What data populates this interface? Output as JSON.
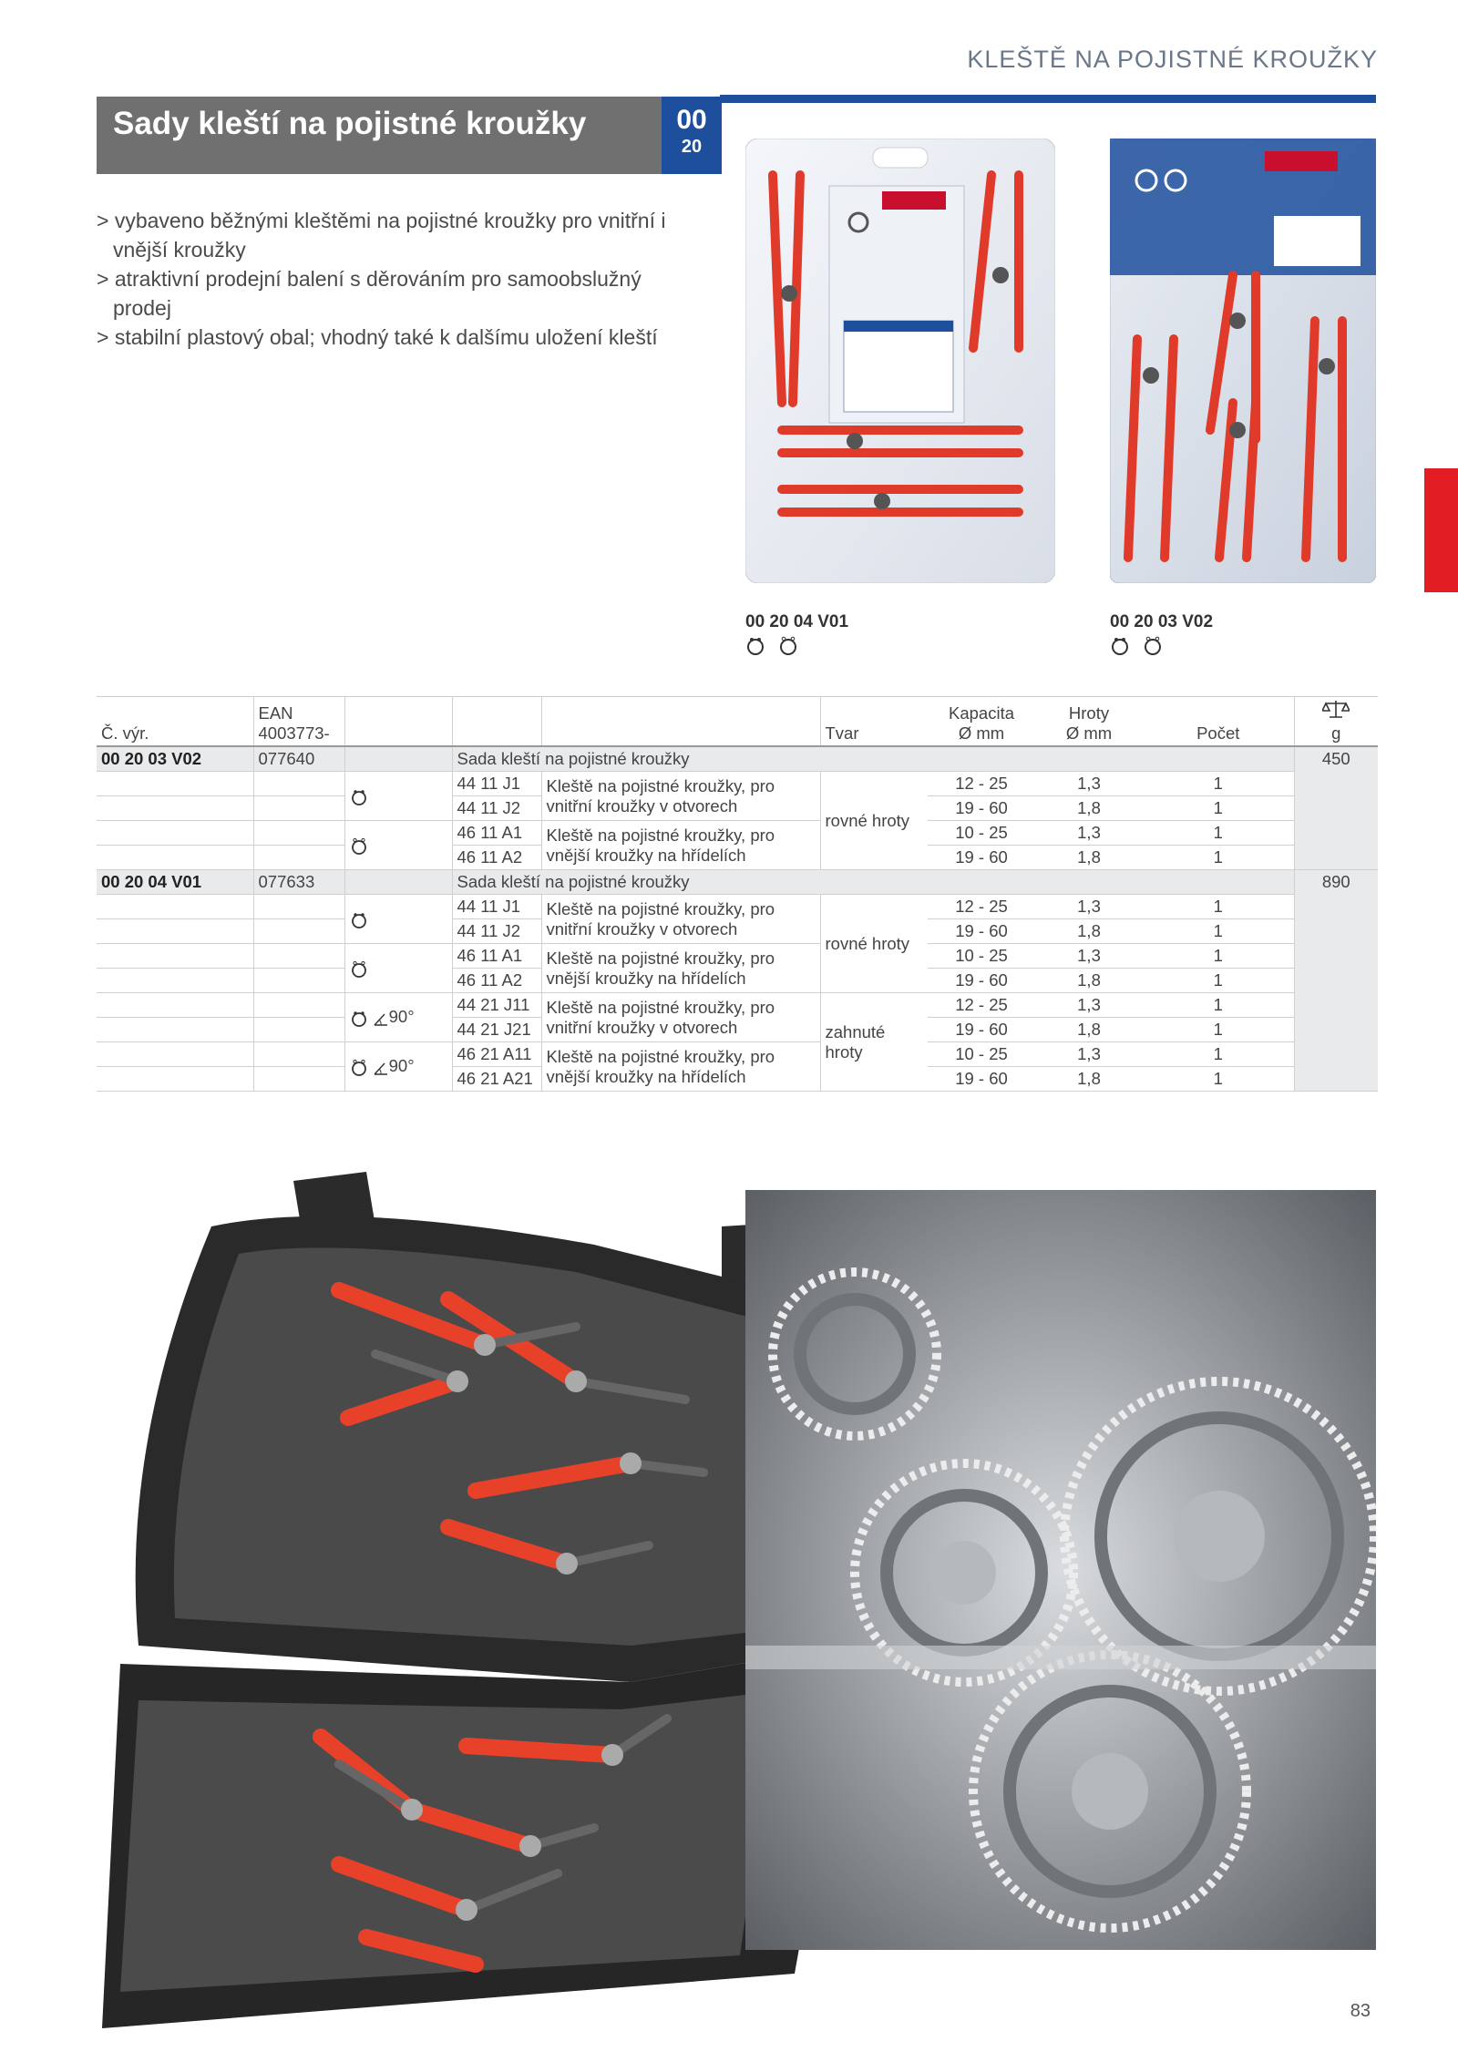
{
  "header": {
    "section_title": "KLEŠTĚ NA POJISTNÉ KROUŽKY"
  },
  "title": {
    "text": "Sady kleští na pojistné kroužky",
    "code_main": "00",
    "code_sub": "20"
  },
  "features": [
    "vybaveno běžnými kleštěmi na pojistné kroužky pro vnitřní i vnější kroužky",
    "atraktivní prodejní balení s děrováním pro samoobslužný prodej",
    "stabilní plastový obal; vhodný také k dalšímu uložení kleští"
  ],
  "images": {
    "v01_caption": "00 20 04 V01",
    "v02_caption": "00 20 03 V02"
  },
  "table": {
    "headers": {
      "art": "Č. výr.",
      "ean_1": "EAN",
      "ean_2": "4003773-",
      "shape": "Tvar",
      "cap_1": "Kapacita",
      "cap_2": "Ø mm",
      "tip_1": "Hroty",
      "tip_2": "Ø mm",
      "qty": "Počet",
      "weight_unit": "g"
    },
    "sets": [
      {
        "code": "00 20 03 V02",
        "ean": "077640",
        "name": "Sada kleští na pojistné kroužky",
        "weight": "450",
        "groups": [
          {
            "shape": "rovné hroty",
            "pairs": [
              {
                "desc": "Kleště na pojistné kroužky, pro vnitřní kroužky v otvorech",
                "icon": "internal-ring",
                "angle": "",
                "items": [
                  {
                    "art": "44 11 J1",
                    "cap": "12 - 25",
                    "tip": "1,3",
                    "qty": "1"
                  },
                  {
                    "art": "44 11 J2",
                    "cap": "19 - 60",
                    "tip": "1,8",
                    "qty": "1"
                  }
                ]
              },
              {
                "desc": "Kleště na pojistné kroužky, pro vnější kroužky na hřídelích",
                "icon": "external-ring",
                "angle": "",
                "items": [
                  {
                    "art": "46 11 A1",
                    "cap": "10 - 25",
                    "tip": "1,3",
                    "qty": "1"
                  },
                  {
                    "art": "46 11 A2",
                    "cap": "19 - 60",
                    "tip": "1,8",
                    "qty": "1"
                  }
                ]
              }
            ]
          }
        ]
      },
      {
        "code": "00 20 04 V01",
        "ean": "077633",
        "name": "Sada kleští na pojistné kroužky",
        "weight": "890",
        "groups": [
          {
            "shape": "rovné hroty",
            "pairs": [
              {
                "desc": "Kleště na pojistné kroužky, pro vnitřní kroužky v otvorech",
                "icon": "internal-ring",
                "angle": "",
                "items": [
                  {
                    "art": "44 11 J1",
                    "cap": "12 - 25",
                    "tip": "1,3",
                    "qty": "1"
                  },
                  {
                    "art": "44 11 J2",
                    "cap": "19 - 60",
                    "tip": "1,8",
                    "qty": "1"
                  }
                ]
              },
              {
                "desc": "Kleště na pojistné kroužky, pro vnější kroužky na hřídelích",
                "icon": "external-ring",
                "angle": "",
                "items": [
                  {
                    "art": "46 11 A1",
                    "cap": "10 - 25",
                    "tip": "1,3",
                    "qty": "1"
                  },
                  {
                    "art": "46 11 A2",
                    "cap": "19 - 60",
                    "tip": "1,8",
                    "qty": "1"
                  }
                ]
              }
            ]
          },
          {
            "shape": "zahnuté hroty",
            "pairs": [
              {
                "desc": "Kleště na pojistné kroužky, pro vnitřní kroužky v otvorech",
                "icon": "internal-ring",
                "angle": "90°",
                "items": [
                  {
                    "art": "44 21 J11",
                    "cap": "12 - 25",
                    "tip": "1,3",
                    "qty": "1"
                  },
                  {
                    "art": "44 21 J21",
                    "cap": "19 - 60",
                    "tip": "1,8",
                    "qty": "1"
                  }
                ]
              },
              {
                "desc": "Kleště na pojistné kroužky, pro vnější kroužky na hřídelích",
                "icon": "external-ring",
                "angle": "90°",
                "items": [
                  {
                    "art": "46 21 A11",
                    "cap": "10 - 25",
                    "tip": "1,3",
                    "qty": "1"
                  },
                  {
                    "art": "46 21 A21",
                    "cap": "19 - 60",
                    "tip": "1,8",
                    "qty": "1"
                  }
                ]
              }
            ]
          }
        ]
      }
    ]
  },
  "footer": {
    "page_number": "83"
  },
  "colors": {
    "brand_blue": "#1d4f9c",
    "accent_red": "#e31d24",
    "title_gray": "#707070",
    "plier_red": "#e03a2a"
  }
}
